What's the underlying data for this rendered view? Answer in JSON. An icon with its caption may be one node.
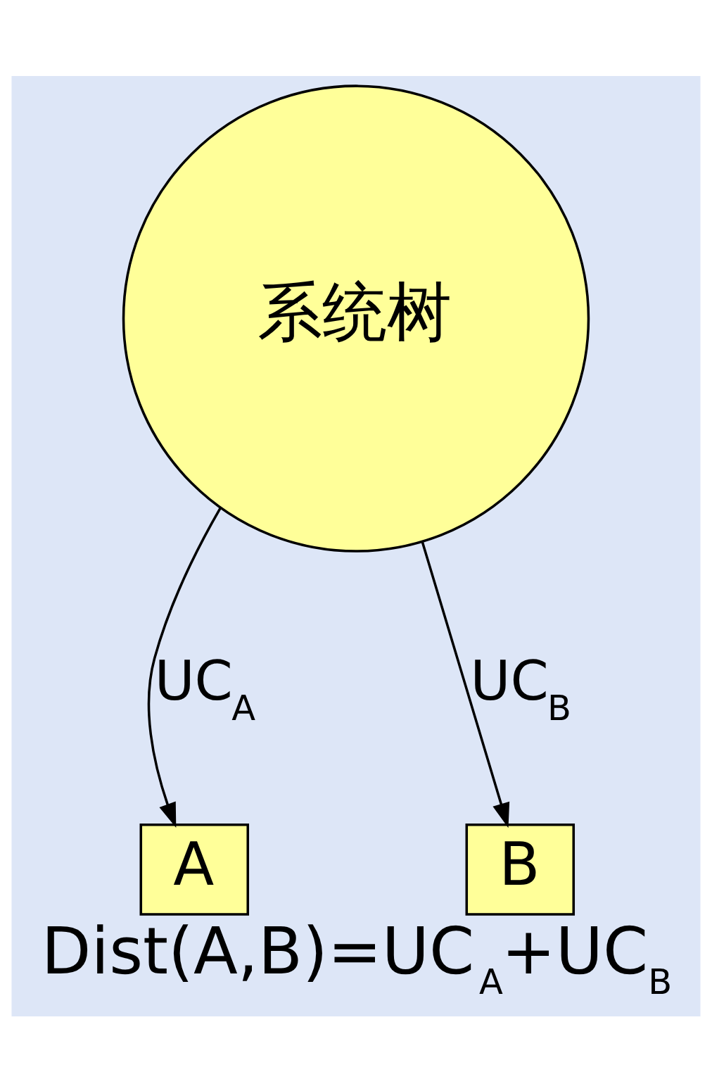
{
  "diagram": {
    "caption": "Dist(A,B)=UC$_{A}$+UC$_{B}$",
    "nodes": [
      {
        "text": [
          "系统树"
        ]
      },
      {
        "text": [
          "A"
        ]
      },
      {
        "text": [
          "B"
        ]
      }
    ],
    "edges": [
      {
        "from": 0,
        "to": 1,
        "arrow": "to",
        "label": "UC$_{A}$"
      },
      {
        "from": 0,
        "to": 2,
        "arrow": "to",
        "label": "UC$_{B}$"
      }
    ]
  }
}
